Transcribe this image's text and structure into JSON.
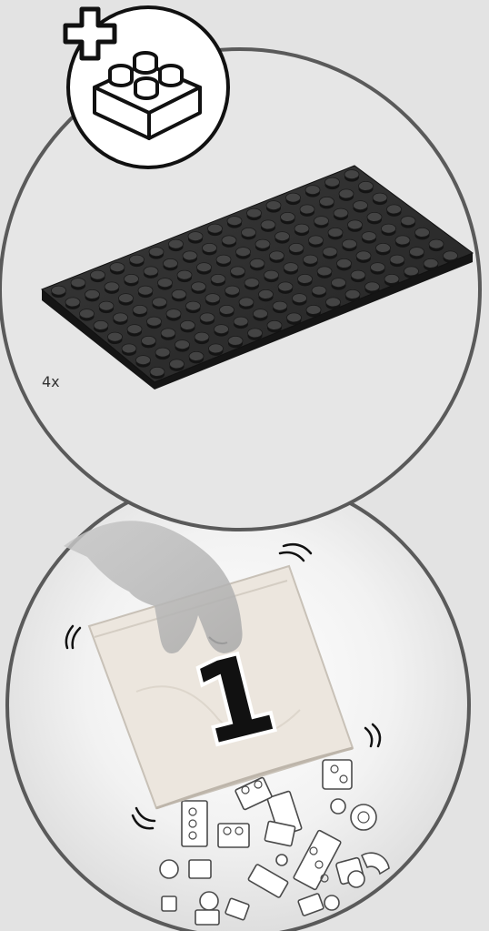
{
  "extra_parts_icon": "plus-brick-icon",
  "parts_list": {
    "items": [
      {
        "name": "baseplate",
        "color": "#2a2a2a",
        "quantity_label": "4x"
      }
    ]
  },
  "bag_callout": {
    "bag_number": "1",
    "bag_color": "#ece6de",
    "icon": "open-bag-icon"
  },
  "colors": {
    "background": "#e3e3e3",
    "circle_stroke": "#5a5a5a",
    "panel_fill": "#e6e6e6"
  }
}
